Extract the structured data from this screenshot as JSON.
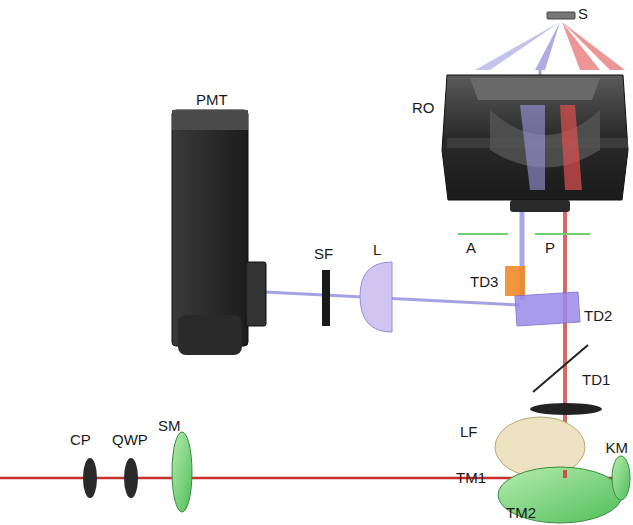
{
  "diagram": {
    "labels": [
      "S",
      "RO",
      "PMT",
      "SF",
      "L",
      "A",
      "P",
      "TD3",
      "TD2",
      "TD1",
      "LF",
      "CP",
      "QWP",
      "SM",
      "TM1",
      "TM2",
      "KM"
    ]
  }
}
